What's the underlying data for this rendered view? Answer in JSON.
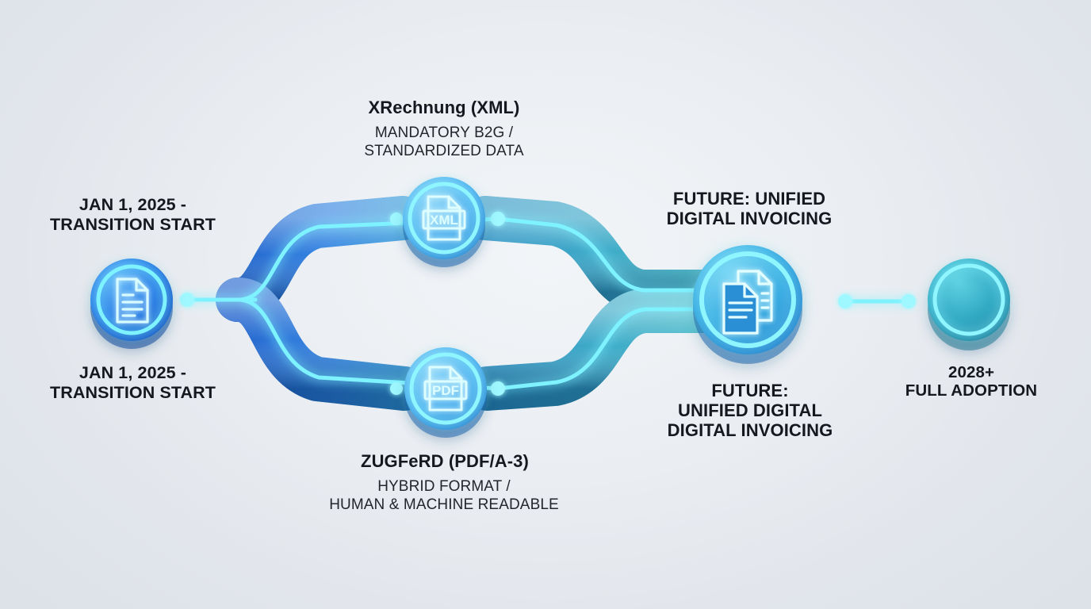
{
  "diagram": {
    "type": "flow-diagram",
    "theme": "neon-blue-glow",
    "background_color": "#e4e8ed",
    "colors": {
      "node_blue_light": "#4aa8f5",
      "node_blue_dark": "#1757c8",
      "node_teal_light": "#3ec6d8",
      "node_teal_dark": "#1b7e9f",
      "neon_cyan": "#6ff0ff",
      "connector_blue": "#1e6fd8",
      "connector_teal": "#33a8bc",
      "label_text": "#15181f"
    }
  },
  "nodes": [
    {
      "id": "start",
      "icon": "document-icon",
      "label_above": "JAN 1, 2025 -\nTRANSITION START",
      "label_below": "JAN 1, 2025 -\nTRANSITION START"
    },
    {
      "id": "xrechnung",
      "icon": "xml-file-icon",
      "icon_text": "XML",
      "title": "XRechnung (XML)",
      "subtitle": "MANDATORY B2G /\nSTANDARDIZED DATA"
    },
    {
      "id": "zugferd",
      "icon": "pdf-file-icon",
      "icon_text": "PDF",
      "title": "ZUGFeRD (PDF/A-3)",
      "subtitle": "HYBRID FORMAT /\nHUMAN & MACHINE READABLE"
    },
    {
      "id": "unified",
      "icon": "documents-stack-icon",
      "label_above": "FUTURE: UNIFIED\nDIGITAL INVOICING",
      "label_below": "FUTURE:\nUNIFIED DIGITAL\nDIGITAL INVOICING"
    },
    {
      "id": "adoption",
      "icon": "empty-circle-icon",
      "label_below": "2028+\nFULL ADOPTION"
    }
  ]
}
